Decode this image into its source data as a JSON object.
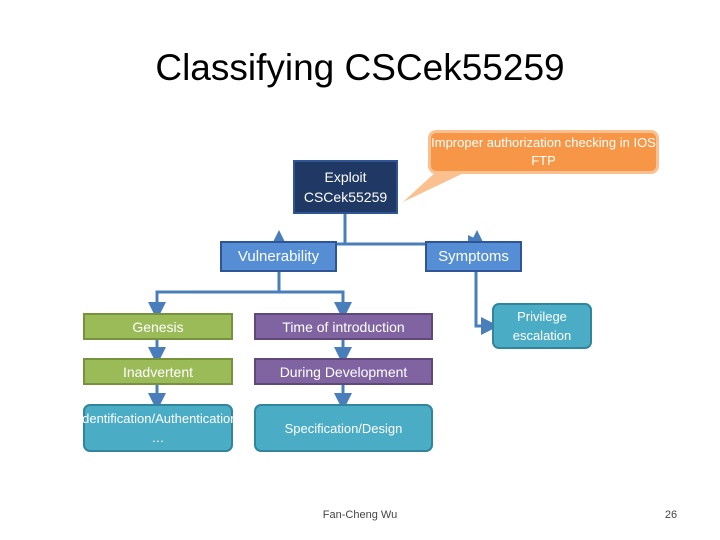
{
  "title": "Classifying CSCek55259",
  "callout": "Improper authorization checking in IOS FTP",
  "exploit": {
    "line1": "Exploit",
    "line2": "CSCek55259"
  },
  "vulnerability": "Vulnerability",
  "symptoms": "Symptoms",
  "genesis": "Genesis",
  "inadvertent": "Inadvertent",
  "identification": "Identification/Authentication …",
  "time_of_introduction": "Time of introduction",
  "during_development": "During Development",
  "specification": "Specification/Design",
  "privilege": "Privilege escalation",
  "footer": {
    "author": "Fan-Cheng Wu",
    "page": "26"
  }
}
